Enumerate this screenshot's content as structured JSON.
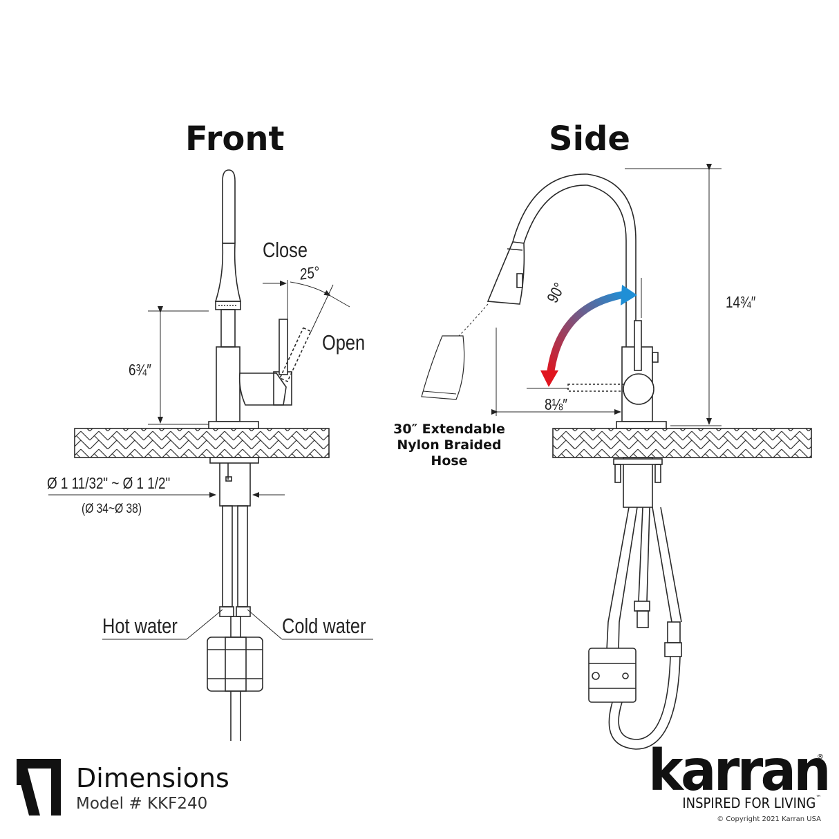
{
  "views": {
    "front_title": "Front",
    "side_title": "Side"
  },
  "front": {
    "close_label": "Close",
    "open_label": "Open",
    "angle_label": "25°",
    "height_label": "6¾″",
    "diameter_label": "Ø 1 11/32\" ~ Ø 1 1/2\"",
    "diameter_metric_label": "(Ø 34~Ø 38)",
    "hot_label": "Hot water",
    "cold_label": "Cold water"
  },
  "side": {
    "rotation_label": "90°",
    "height_label": "14¾″",
    "reach_label": "8⅛″",
    "hose_line1": "30″ Extendable",
    "hose_line2": "Nylon Braided",
    "hose_line3": "Hose"
  },
  "footer": {
    "title": "Dimensions",
    "model": "Model # KKF240",
    "brand": "karran",
    "registered": "®",
    "tagline": "INSPIRED FOR LIVING",
    "trademark": "™",
    "copyright": "© Copyright 2021 Karran USA"
  },
  "colors": {
    "arrow_start": "#1f8fd6",
    "arrow_end": "#e0141e",
    "line": "#2a2a2a"
  },
  "icons": {
    "brand_mark": "karran-bracket-logo-icon",
    "rotation_arrow": "curved-double-arrow-icon"
  }
}
